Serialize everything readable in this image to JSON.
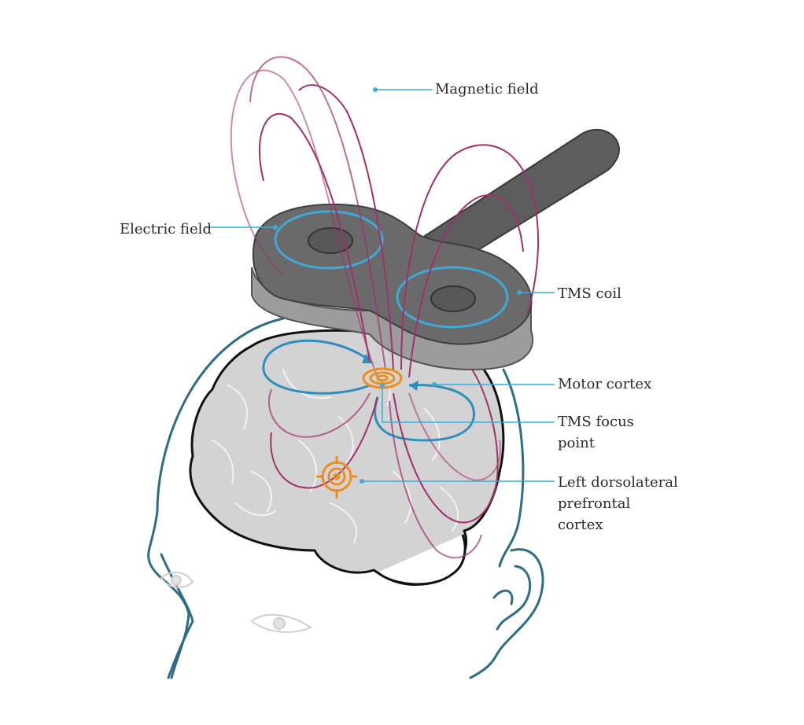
{
  "labels": {
    "magnetic_field": "Magnetic field",
    "electric_field": "Electric field",
    "tms_coil": "TMS coil",
    "motor_cortex": "Motor cortex",
    "tms_focus_point": "TMS focus\npoint",
    "left_dlpfc": "Left dorsolateral\nprefrontal\ncortex"
  },
  "colors": {
    "magnetic": "#a0306e",
    "electric": "#2e8fbf",
    "head_outline": "#2f6d86",
    "brain_fill": "#d3d3d3",
    "coil_top": "#6a6a6a",
    "coil_side": "#9c9c9c",
    "target": "#ef8d1f",
    "leader": "#3fa9d8"
  }
}
